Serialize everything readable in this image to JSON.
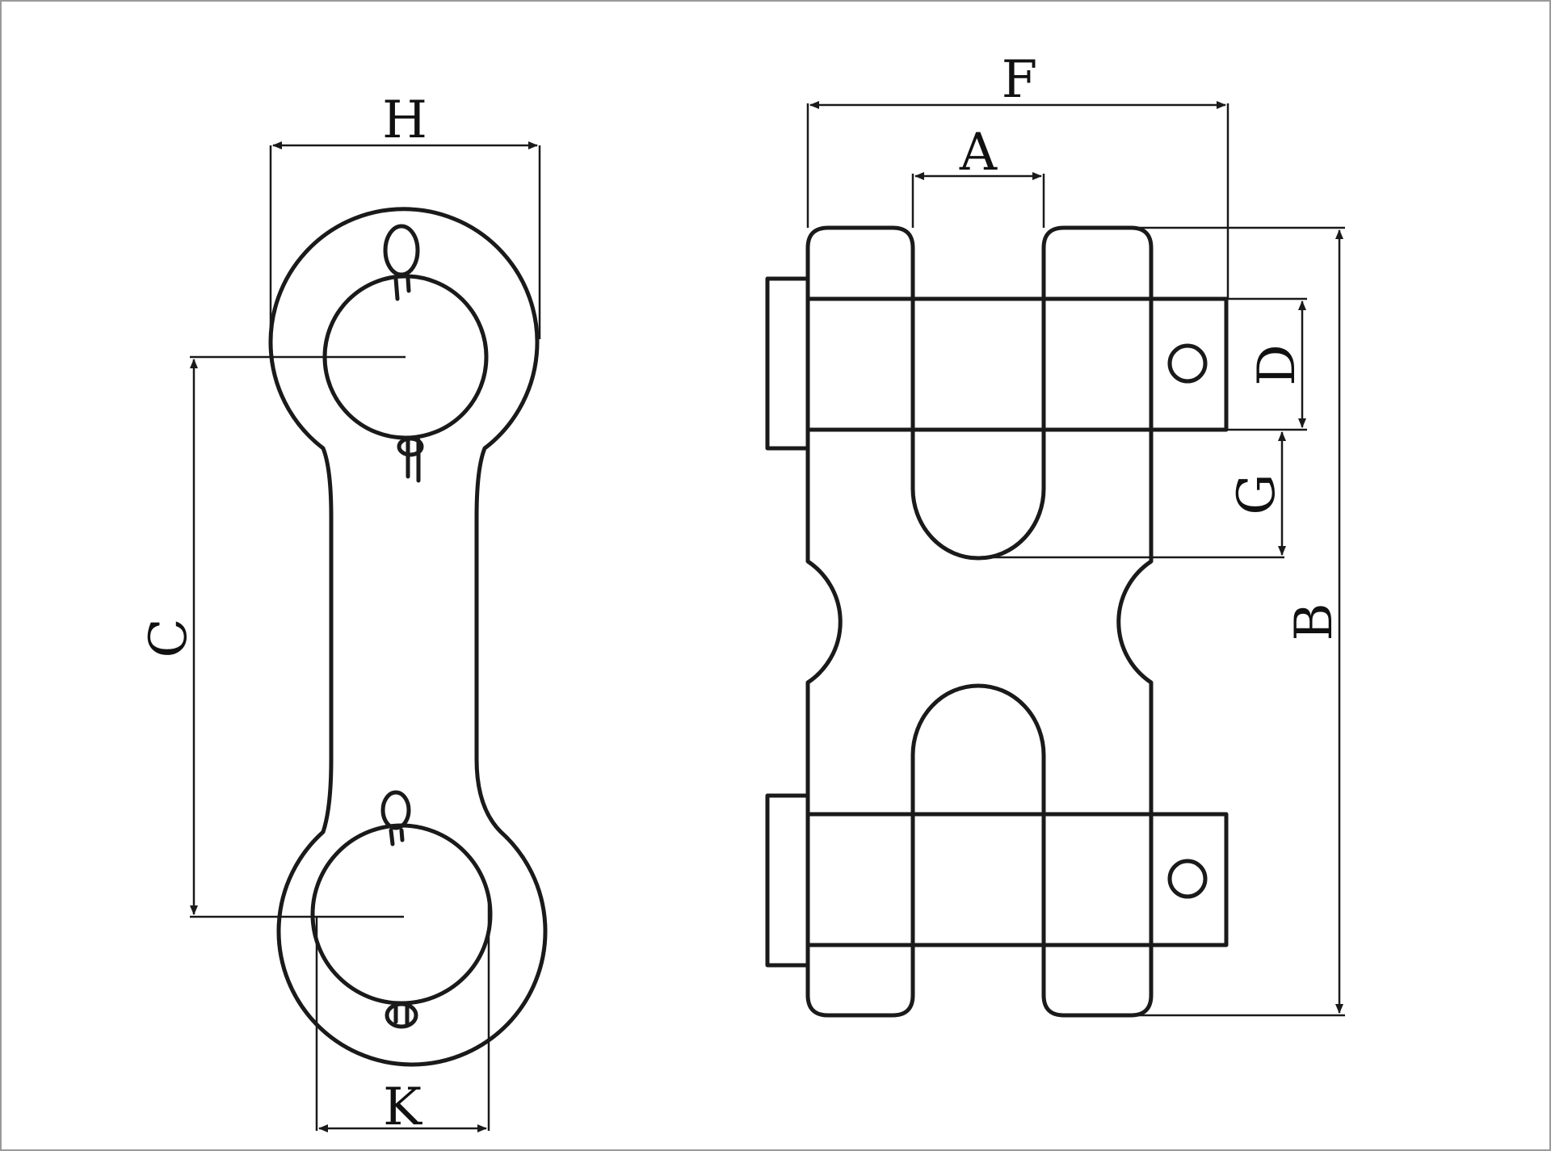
{
  "labels": {
    "H": "H",
    "C": "C",
    "K": "K",
    "F": "F",
    "A": "A",
    "D": "D",
    "G": "G",
    "B": "B"
  },
  "colors": {
    "line": "#1a1a1a",
    "background": "#ffffff",
    "frame": "#9a9a9a"
  },
  "icons": [
    "cotter-pin-icon"
  ]
}
